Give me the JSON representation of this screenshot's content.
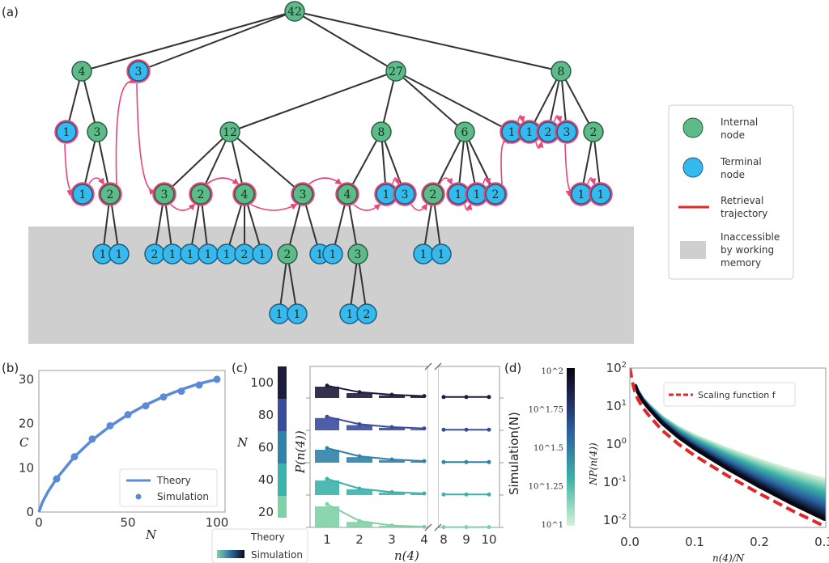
{
  "panel_labels": {
    "a": "(a)",
    "b": "(b)",
    "c": "(c)",
    "d": "(d)"
  },
  "panel_a": {
    "colors": {
      "internal": "#5dbb8a",
      "terminal": "#35b9ee",
      "trajectory": "#e8457a",
      "inaccessible": "#cfcfcf"
    },
    "tree": {
      "label": "42",
      "children": [
        {
          "label": "4",
          "children": [
            {
              "label": "1",
              "retrieved": true
            },
            {
              "label": "3",
              "children": [
                {
                  "label": "1",
                  "retrieved": true
                },
                {
                  "label": "2",
                  "retrieved": true,
                  "children": [
                    {
                      "label": "1"
                    },
                    {
                      "label": "1"
                    }
                  ]
                }
              ]
            }
          ]
        },
        {
          "label": "3",
          "retrieved": true
        },
        {
          "label": "27",
          "children": [
            {
              "label": "12",
              "children": [
                {
                  "label": "3",
                  "retrieved": true,
                  "children": [
                    {
                      "label": "2"
                    },
                    {
                      "label": "1"
                    }
                  ]
                },
                {
                  "label": "2",
                  "retrieved": true,
                  "children": [
                    {
                      "label": "1"
                    },
                    {
                      "label": "1"
                    }
                  ]
                },
                {
                  "label": "4",
                  "retrieved": true,
                  "children": [
                    {
                      "label": "1"
                    },
                    {
                      "label": "2"
                    },
                    {
                      "label": "1"
                    }
                  ]
                },
                {
                  "label": "3",
                  "retrieved": true,
                  "children": [
                    {
                      "label": "2",
                      "children": [
                        {
                          "label": "1"
                        },
                        {
                          "label": "1"
                        }
                      ]
                    },
                    {
                      "label": "1"
                    }
                  ]
                }
              ]
            },
            {
              "label": "8",
              "children": [
                {
                  "label": "4",
                  "retrieved": true,
                  "children": [
                    {
                      "label": "1"
                    },
                    {
                      "label": "3",
                      "children": [
                        {
                          "label": "1"
                        },
                        {
                          "label": "2"
                        }
                      ]
                    }
                  ]
                },
                {
                  "label": "1",
                  "retrieved": true
                },
                {
                  "label": "3",
                  "retrieved": true
                }
              ]
            },
            {
              "label": "6",
              "children": [
                {
                  "label": "2",
                  "retrieved": true,
                  "children": [
                    {
                      "label": "1"
                    },
                    {
                      "label": "1"
                    }
                  ]
                },
                {
                  "label": "1",
                  "retrieved": true
                },
                {
                  "label": "1",
                  "retrieved": true
                },
                {
                  "label": "2",
                  "retrieved": true
                }
              ]
            },
            {
              "label": "1",
              "retrieved": true
            }
          ]
        },
        {
          "label": "8",
          "children": [
            {
              "label": "1",
              "retrieved": true
            },
            {
              "label": "2",
              "retrieved": true
            },
            {
              "label": "3",
              "retrieved": true
            },
            {
              "label": "2",
              "children": [
                {
                  "label": "1",
                  "retrieved": true
                },
                {
                  "label": "1",
                  "retrieved": true
                }
              ]
            }
          ]
        }
      ]
    },
    "legend": {
      "internal": [
        "Internal",
        "node"
      ],
      "terminal": [
        "Terminal",
        "node"
      ],
      "trajectory": [
        "Retrieval",
        "trajectory"
      ],
      "inaccessible": [
        "Inaccessible",
        "by working",
        "memory"
      ]
    }
  },
  "chart_data": [
    {
      "panel": "b",
      "type": "line",
      "xlabel": "N",
      "ylabel": "C",
      "xlim": [
        0,
        100
      ],
      "ylim": [
        0,
        32
      ],
      "xticks": [
        "0",
        "50",
        "100"
      ],
      "yticks": [
        "0",
        "10",
        "20",
        "30"
      ],
      "color": "#5b8bd8",
      "legend_position": "bottom-right",
      "series": [
        {
          "name": "Theory",
          "kind": "line",
          "x": [
            0,
            2,
            5,
            10,
            20,
            30,
            40,
            50,
            60,
            70,
            80,
            90,
            100
          ],
          "y": [
            0,
            2.2,
            4.5,
            7.6,
            12.5,
            16.3,
            19.4,
            22.0,
            24.2,
            26.1,
            27.7,
            29.0,
            30.0
          ]
        },
        {
          "name": "Simulation",
          "kind": "scatter",
          "x": [
            10,
            20,
            30,
            40,
            50,
            60,
            70,
            80,
            90,
            100
          ],
          "y": [
            7.5,
            12.5,
            16.5,
            19.5,
            22.0,
            24.0,
            26.0,
            27.3,
            28.7,
            30.0
          ]
        }
      ]
    },
    {
      "panel": "c",
      "type": "bar",
      "xlabel": "n(4)",
      "ylabel": "P(n(4))",
      "categories": [
        "1",
        "2",
        "3",
        "4",
        "8",
        "9",
        "10"
      ],
      "colorbar": {
        "label": "N",
        "ticks": [
          "20",
          "40",
          "60",
          "80",
          "100"
        ]
      },
      "legend": [
        "Theory",
        "Simulation"
      ],
      "series": [
        {
          "N": 20,
          "color": "#7fd1a6",
          "simulation": [
            0.65,
            0.17,
            0.05,
            0.02
          ],
          "theory": [
            0.72,
            0.2,
            0.06,
            0.02,
            0.01,
            0.01,
            0.01
          ]
        },
        {
          "N": 40,
          "color": "#3bb3ab",
          "simulation": [
            0.45,
            0.18,
            0.08,
            0.04
          ],
          "theory": [
            0.5,
            0.2,
            0.09,
            0.05,
            0.02,
            0.02,
            0.02
          ]
        },
        {
          "N": 60,
          "color": "#2f82a8",
          "simulation": [
            0.4,
            0.17,
            0.08,
            0.04
          ],
          "theory": [
            0.45,
            0.2,
            0.1,
            0.05,
            0.02,
            0.02,
            0.02
          ]
        },
        {
          "N": 80,
          "color": "#3a4c9c",
          "simulation": [
            0.38,
            0.16,
            0.08,
            0.04
          ],
          "theory": [
            0.42,
            0.19,
            0.1,
            0.06,
            0.02,
            0.02,
            0.02
          ]
        },
        {
          "N": 100,
          "color": "#1c1c3c",
          "simulation": [
            0.35,
            0.15,
            0.08,
            0.05
          ],
          "theory": [
            0.38,
            0.18,
            0.1,
            0.06,
            0.03,
            0.03,
            0.03
          ]
        }
      ]
    },
    {
      "panel": "d",
      "type": "line",
      "xlabel": "n(4)/N",
      "ylabel": "NP(n(4))",
      "xlim": [
        0,
        0.3
      ],
      "ylim_log10": [
        -2.2,
        2
      ],
      "yscale": "log",
      "xticks": [
        "0.0",
        "0.1",
        "0.2",
        "0.3"
      ],
      "yticks": [
        "10^2",
        "10^1",
        "10^0",
        "10^-1",
        "10^-2"
      ],
      "colorbar": {
        "label": "Simulation(N)",
        "range": [
          10,
          100
        ],
        "ticks": [
          "10^2",
          "10^1.75",
          "10^1.5",
          "10^1.25",
          "10^1"
        ]
      },
      "legend_position": "top-right",
      "scaling_function": {
        "name": "Scaling function f",
        "color": "#e02828",
        "x": [
          0,
          0.005,
          0.01,
          0.02,
          0.03,
          0.05,
          0.075,
          0.1,
          0.15,
          0.2,
          0.25,
          0.3
        ],
        "y": [
          100,
          35,
          18,
          9,
          5.5,
          2.3,
          1.0,
          0.5,
          0.15,
          0.05,
          0.018,
          0.007
        ]
      },
      "simulation_band": {
        "N_min": 10,
        "N_max": 100,
        "upper_at_x": {
          "0.1": 1.5,
          "0.2": 0.3,
          "0.3": 0.09
        },
        "lower_at_x": {
          "0.1": 0.7,
          "0.2": 0.07,
          "0.3": 0.011
        }
      }
    }
  ]
}
